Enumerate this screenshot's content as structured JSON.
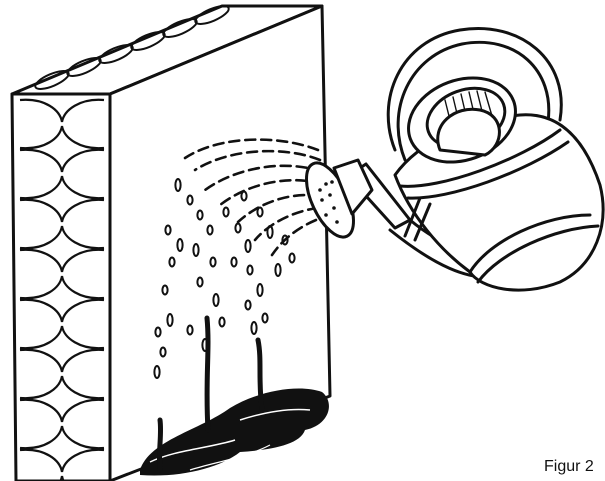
{
  "caption": "Figur 2",
  "colors": {
    "ink": "#111111",
    "paper": "#ffffff"
  },
  "scene": {
    "subject": "wall-panel-with-insulation-and-watering-can",
    "icons": [
      "wall-panel",
      "insulation-pattern",
      "watering-can",
      "water-spray",
      "water-drops",
      "water-puddle"
    ]
  }
}
